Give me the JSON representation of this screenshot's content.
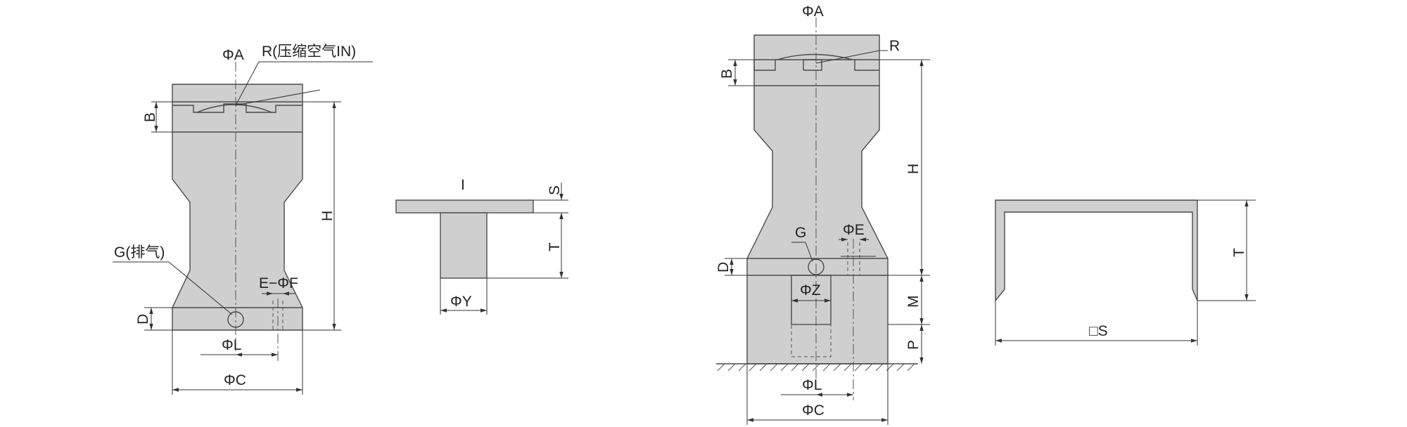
{
  "diagram": {
    "colors": {
      "body_fill": "#cfcfcf",
      "outline": "#4a4a4a",
      "dimension_line": "#333333",
      "text": "#222222"
    },
    "view1": {
      "dim_A": "ΦA",
      "callout_R": "R(压缩空气IN)",
      "dim_B": "B",
      "dim_H": "H",
      "callout_G": "G(排气)",
      "dim_EF": "E−ΦF",
      "dim_D": "D",
      "dim_L": "ΦL",
      "dim_C": "ΦC"
    },
    "view2": {
      "label_I": "I",
      "dim_S": "S",
      "dim_T": "T",
      "dim_Y": "ΦY"
    },
    "view3": {
      "dim_A": "ΦA",
      "callout_R": "R",
      "dim_B": "B",
      "dim_H": "H",
      "callout_G": "G",
      "dim_E": "ΦE",
      "dim_D": "D",
      "dim_Z": "ΦZ",
      "dim_M": "M",
      "dim_P": "P",
      "dim_L": "ΦL",
      "dim_C": "ΦC"
    },
    "view4": {
      "dim_T": "T",
      "dim_S": "□S"
    }
  }
}
